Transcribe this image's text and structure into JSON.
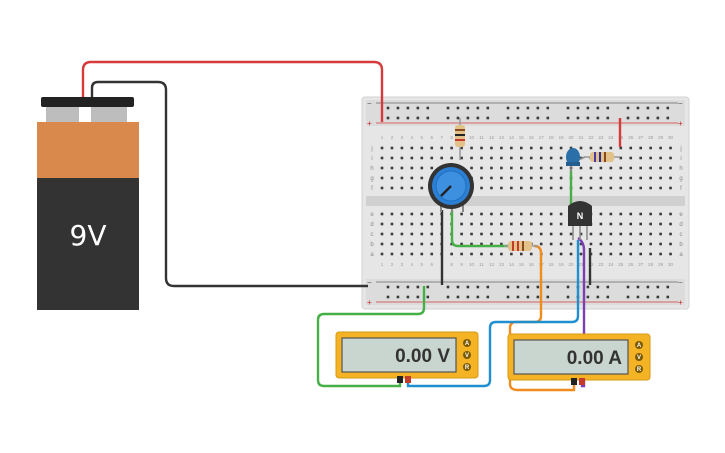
{
  "battery": {
    "label": "9V"
  },
  "multimeter_voltage": {
    "reading": "0.00 V",
    "buttons": [
      "A",
      "V",
      "R"
    ]
  },
  "multimeter_current": {
    "reading": "0.00 A",
    "buttons": [
      "A",
      "V",
      "R"
    ]
  },
  "transistor": {
    "label": "N"
  },
  "breadboard": {
    "rails_top": {
      "plus": "+",
      "minus": "−"
    },
    "rails_bottom": {
      "plus": "+",
      "minus": "−"
    },
    "row_labels_top": [
      "j",
      "i",
      "h",
      "g",
      "f"
    ],
    "row_labels_bottom": [
      "e",
      "d",
      "c",
      "b",
      "a"
    ],
    "column_numbers": [
      "1",
      "2",
      "3",
      "4",
      "5",
      "6",
      "7",
      "8",
      "9",
      "10",
      "11",
      "12",
      "13",
      "14",
      "15",
      "16",
      "17",
      "18",
      "19",
      "20",
      "21",
      "22",
      "23",
      "24",
      "25",
      "26",
      "27",
      "28",
      "29",
      "30"
    ]
  },
  "colors": {
    "wire_red": "#d63a3a",
    "wire_black": "#333333",
    "wire_green": "#45b045",
    "wire_orange": "#f08c1e",
    "wire_blue": "#1f8fd0",
    "wire_purple": "#7a3fb5",
    "meter_body": "#f4b324",
    "battery_top": "#d9894c",
    "battery_body": "#333333",
    "breadboard": "#e8e8e8",
    "potentiometer": "#2b7fd4"
  }
}
